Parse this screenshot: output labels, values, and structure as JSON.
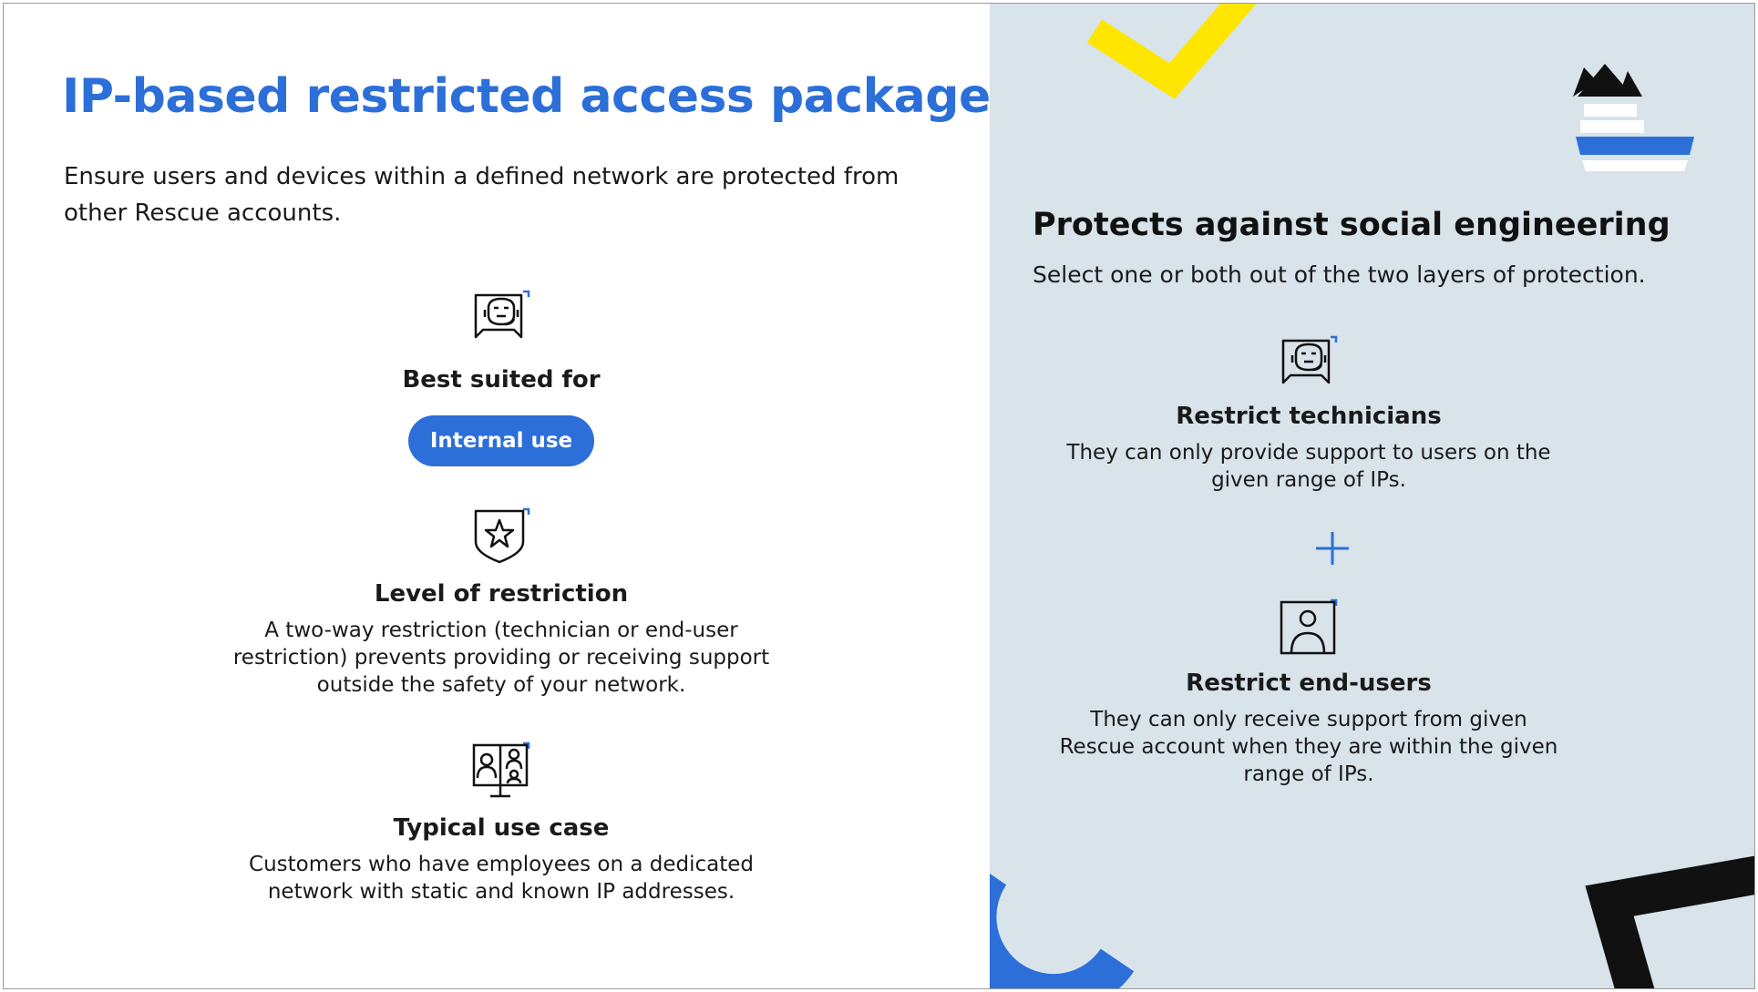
{
  "colors": {
    "accent_blue": "#2c6fd9",
    "right_panel_bg": "#d8e3ea",
    "yellow": "#ffe600",
    "black": "#111111"
  },
  "left": {
    "title": "IP-based restricted access package",
    "intro": "Ensure users and devices within a defined network are protected from other Rescue accounts.",
    "best_suited": {
      "icon": "technician-headset-icon",
      "heading": "Best suited for",
      "pill_label": "Internal use"
    },
    "restriction": {
      "icon": "shield-star-icon",
      "heading": "Level of restriction",
      "description": "A two-way restriction (technician or end-user restriction) prevents providing or receiving support outside the safety of your network."
    },
    "use_case": {
      "icon": "monitor-users-icon",
      "heading": "Typical use case",
      "description": "Customers who have employees on a dedicated network with static and known IP addresses."
    }
  },
  "right": {
    "title": "Protects against social engineering",
    "subtitle": "Select one or both out of the two layers of protection.",
    "technicians": {
      "icon": "technician-headset-icon",
      "heading": "Restrict technicians",
      "description": "They can only provide support to users on the given range of IPs."
    },
    "plus_icon": "plus-icon",
    "end_users": {
      "icon": "user-profile-icon",
      "heading": "Restrict end-users",
      "description": "They can only receive support from given Rescue account when they are within the given range of IPs."
    }
  }
}
